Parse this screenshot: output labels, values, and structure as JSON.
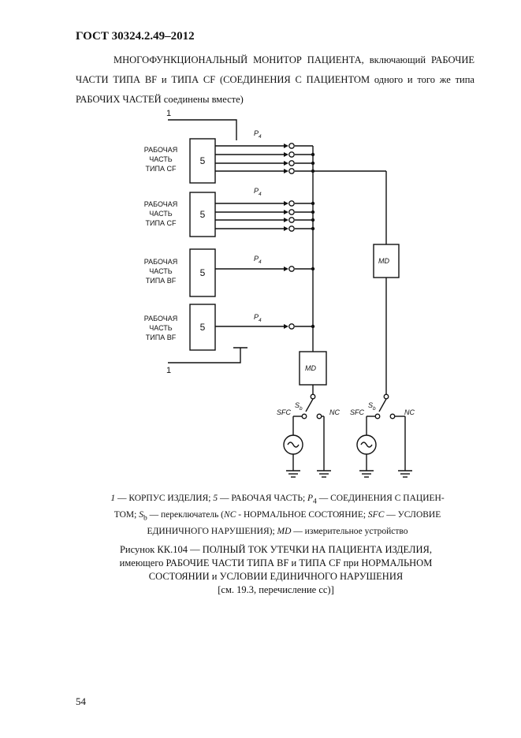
{
  "header": {
    "standard": "ГОСТ 30324.2.49–2012"
  },
  "intro": {
    "line1": "МНОГОФУНКЦИОНАЛЬНЫЙ МОНИТОР ПАЦИЕНТА, включающий РАБОЧИЕ",
    "line2": "ЧАСТИ ТИПА BF и ТИПА CF (СОЕДИНЕНИЯ С ПАЦИЕНТОМ одного и того же типа",
    "line3": "РАБОЧИХ ЧАСТЕЙ соединены вместе)"
  },
  "diagram": {
    "parts": [
      {
        "label1": "РАБОЧАЯ",
        "label2": "ЧАСТЬ",
        "label3": "ТИПА CF",
        "box": "5",
        "p4_main": "P",
        "p4_sub": "4"
      },
      {
        "label1": "РАБОЧАЯ",
        "label2": "ЧАСТЬ",
        "label3": "ТИПА CF",
        "box": "5",
        "p4_main": "P",
        "p4_sub": "4"
      },
      {
        "label1": "РАБОЧАЯ",
        "label2": "ЧАСТЬ",
        "label3": "ТИПА BF",
        "box": "5",
        "p4_main": "P",
        "p4_sub": "4"
      },
      {
        "label1": "РАБОЧАЯ",
        "label2": "ЧАСТЬ",
        "label3": "ТИПА BF",
        "box": "5",
        "p4_main": "P",
        "p4_sub": "4"
      }
    ],
    "enclosure_top": "1",
    "enclosure_bottom": "1",
    "md_left": "MD",
    "md_right": "MD",
    "switch_left": {
      "sfc": "SFC",
      "sb_main": "S",
      "sb_sub": "b",
      "nc": "NC"
    },
    "switch_right": {
      "sfc": "SFC",
      "sb_main": "S",
      "sb_sub": "b",
      "nc": "NC"
    }
  },
  "legend": {
    "l1_a": "1",
    "l1_b": " — КОРПУС ИЗДЕЛИЯ; ",
    "l1_c": "5",
    "l1_d": "  — РАБОЧАЯ ЧАСТЬ; ",
    "l1_e": "P",
    "l1_f": "4",
    "l1_g": " — СОЕДИНЕНИЯ С ПАЦИЕН-",
    "l2_a": "ТОМ; ",
    "l2_b": "S",
    "l2_c": "b",
    "l2_d": " —  переключатель (",
    "l2_e": "NC",
    "l2_f": " - НОРМАЛЬНОЕ СОСТОЯНИЕ; ",
    "l2_g": "SFC",
    "l2_h": " —  УСЛОВИЕ",
    "l3_a": "ЕДИНИЧНОГО НАРУШЕНИЯ); ",
    "l3_b": "MD",
    "l3_c": " —  измерительное устройство"
  },
  "caption": {
    "line1": "Рисунок КК.104 — ПОЛНЫЙ ТОК УТЕЧКИ НА ПАЦИЕНТА ИЗДЕЛИЯ,",
    "line2": "имеющего РАБОЧИЕ ЧАСТИ ТИПА BF и ТИПА CF при НОРМАЛЬНОМ",
    "line3": "СОСТОЯНИИ и УСЛОВИИ ЕДИНИЧНОГО НАРУШЕНИЯ",
    "line4": "[см. 19.3, перечисление cc)]"
  },
  "footer": {
    "page_number": "54"
  }
}
